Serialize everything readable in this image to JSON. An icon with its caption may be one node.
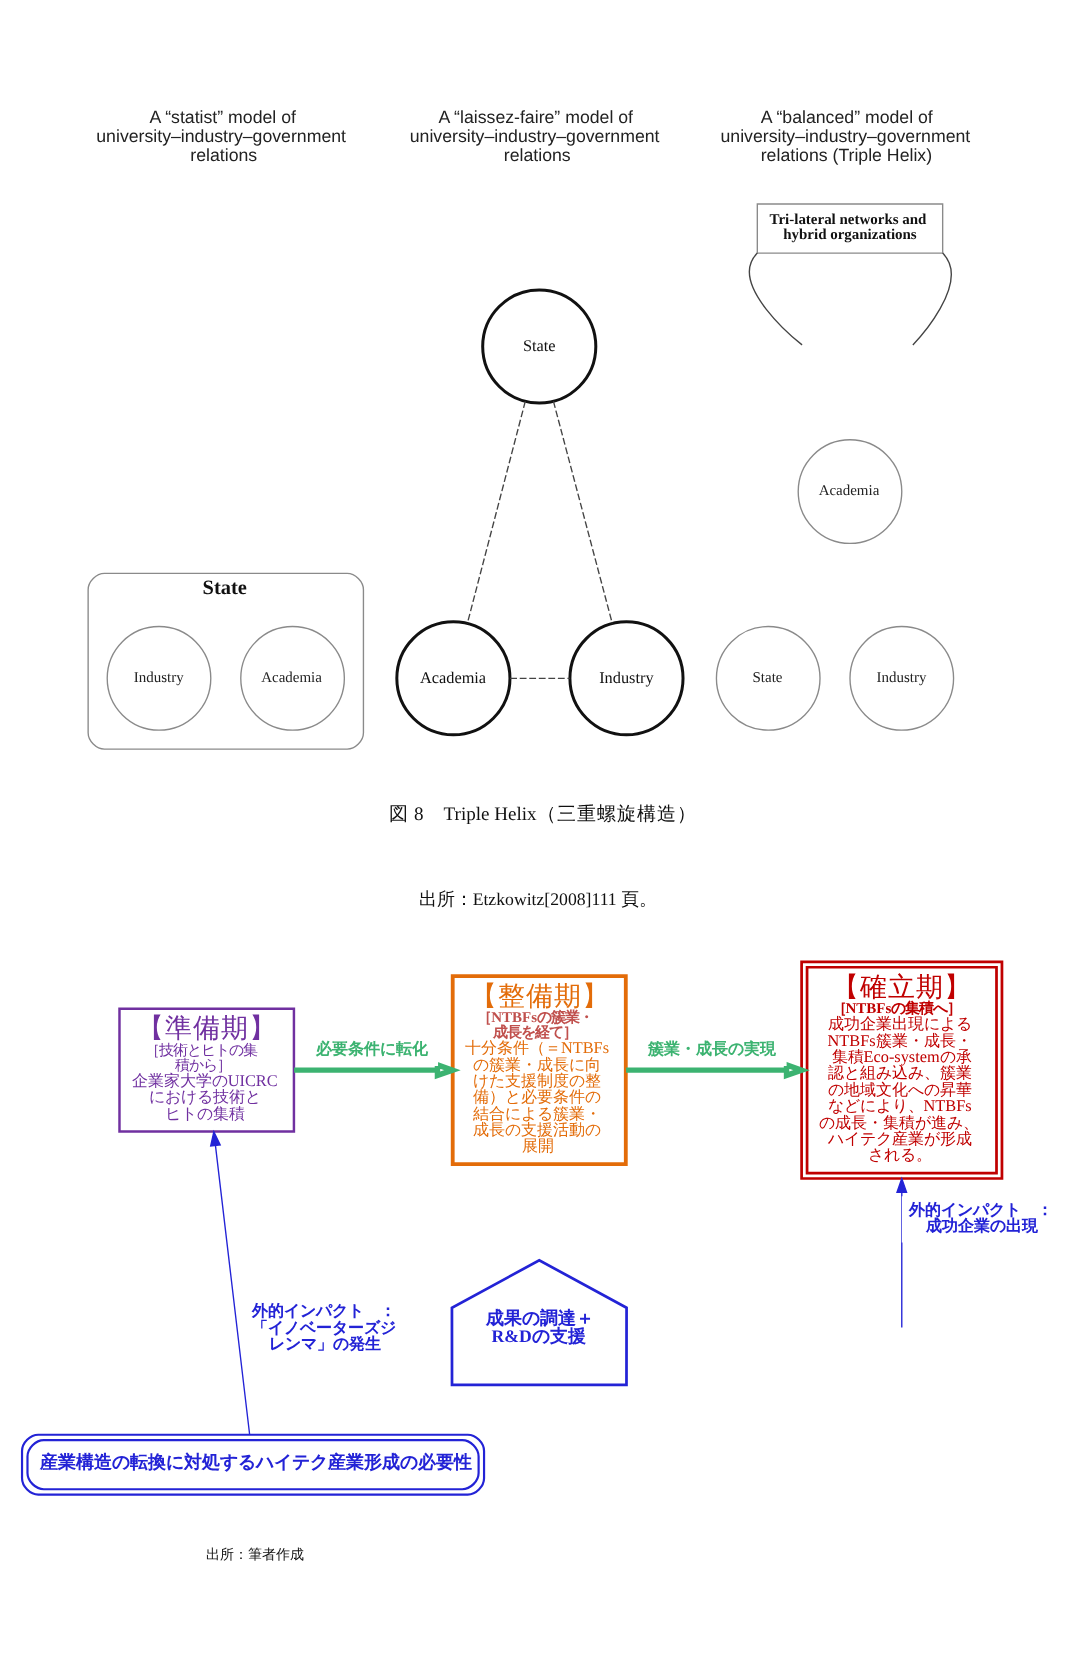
{
  "diagram": {
    "nodes": [
      {
        "text": [
          "State"
        ]
      },
      {
        "text": [
          "Industry"
        ],
        "in": 0
      },
      {
        "text": [
          "Academia"
        ],
        "in": 0
      },
      {
        "text": [
          "State"
        ]
      },
      {
        "text": [
          "Academia"
        ]
      },
      {
        "text": [
          "Industry"
        ]
      },
      {
        "text": [
          "Tri-lateral networks and hybrid organizations"
        ]
      },
      {
        "text": [
          "Academia"
        ]
      },
      {
        "text": [
          "State"
        ]
      },
      {
        "text": [
          "Industry"
        ]
      },
      {
        "text": [
          "【準備期】",
          "［技術とヒトの集積から］",
          "企業家大学のUICRCにおける技術とヒトの集積"
        ]
      },
      {
        "text": [
          "【整備期】",
          "［NTBFsの簇業・成長を経て］",
          "十分条件（＝NTBFsの簇業・成長に向けた支援制度の整備）と必要条件の結合による簇業・成長の支援活動の展開"
        ]
      },
      {
        "text": [
          "【確立期】",
          "［NTBFsの集積へ］",
          "成功企業出現によるNTBFs簇業・成長・集積Eco-systemの承認と組み込み、簇業の地域文化への昇華などにより、NTBFsの成長・集積が進み、ハイテク産業が形成される。"
        ]
      },
      {
        "text": [
          "成果の調達＋R&Dの支援"
        ]
      },
      {
        "text": [
          "産業構造の転換に対処するハイテク産業形成の必要性"
        ]
      }
    ],
    "edges": [
      {
        "from": 3,
        "to": 4,
        "arrow": "none",
        "style": "dashed"
      },
      {
        "from": 3,
        "to": 5,
        "arrow": "none",
        "style": "dashed"
      },
      {
        "from": 4,
        "to": 5,
        "arrow": "none",
        "style": "dashed"
      },
      {
        "from": 6,
        "to": null,
        "arrow": "none"
      },
      {
        "from": 6,
        "to": null,
        "arrow": "none"
      },
      {
        "from": 10,
        "to": 11,
        "arrow": "to",
        "label": "必要条件に転化",
        "style": "thick",
        "color": "#3cb371"
      },
      {
        "from": 11,
        "to": 12,
        "arrow": "to",
        "label": "簇業・成長の実現",
        "style": "thick",
        "color": "#3cb371"
      },
      {
        "from": 14,
        "to": 10,
        "arrow": "to",
        "label": "外的インパクト　：「イノベーターズジレンマ」の発生",
        "color": "#2323d6"
      },
      {
        "from": null,
        "to": 12,
        "arrow": "to",
        "label": "外的インパクト　：成功企業の出現",
        "color": "#2323d6"
      }
    ],
    "labels": [
      "A “statist” model of university–industry–government relations",
      "A “laissez-faire” model of university–industry–government relations",
      "A “balanced” model of university–industry–government relations (Triple Helix)",
      "図 8　Triple Helix（三重螺旋構造）",
      "出所：Etzkowitz[2008]111 頁。",
      "出所：筆者作成"
    ]
  }
}
